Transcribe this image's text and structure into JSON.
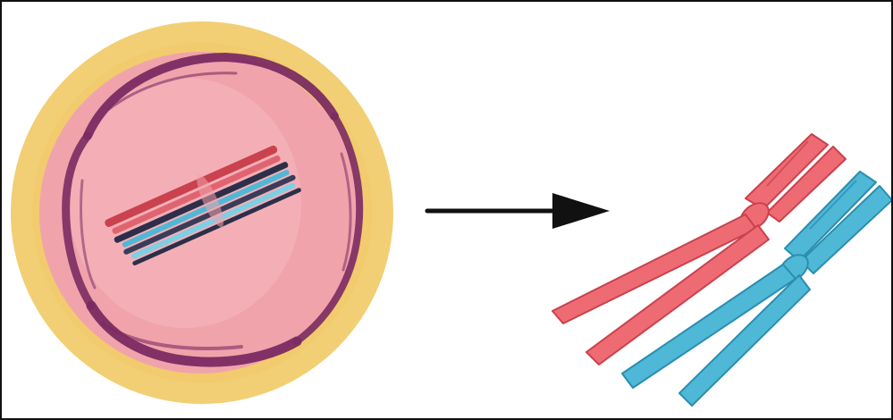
{
  "diagram": {
    "labels": [],
    "colors": {
      "frame_border": "#111111",
      "cell_wall": "#f2cf74",
      "cell_wall_outline": "#e9c064",
      "cytoplasm": "#f1a3ab",
      "cytoplasm_light": "#f5b9c0",
      "nuclear_membrane": "#7b2b62",
      "chromosome_red": "#ef6b73",
      "chromosome_red_dark": "#c9424e",
      "chromosome_blue": "#4fb8d6",
      "chromosome_blue_dark": "#2a8eb0",
      "inner_chromosome_dark": "#2d2f4a",
      "arrow": "#111111"
    },
    "parts": [
      {
        "name": "cell",
        "shape": "circle"
      },
      {
        "name": "nucleus-boundary",
        "shape": "ring"
      },
      {
        "name": "paired-chromosomes-in-cell",
        "shape": "bundle"
      },
      {
        "name": "transition-arrow",
        "shape": "arrow",
        "direction": "right"
      },
      {
        "name": "red-chromosome",
        "shape": "x-shaped"
      },
      {
        "name": "blue-chromosome",
        "shape": "x-shaped"
      }
    ]
  }
}
